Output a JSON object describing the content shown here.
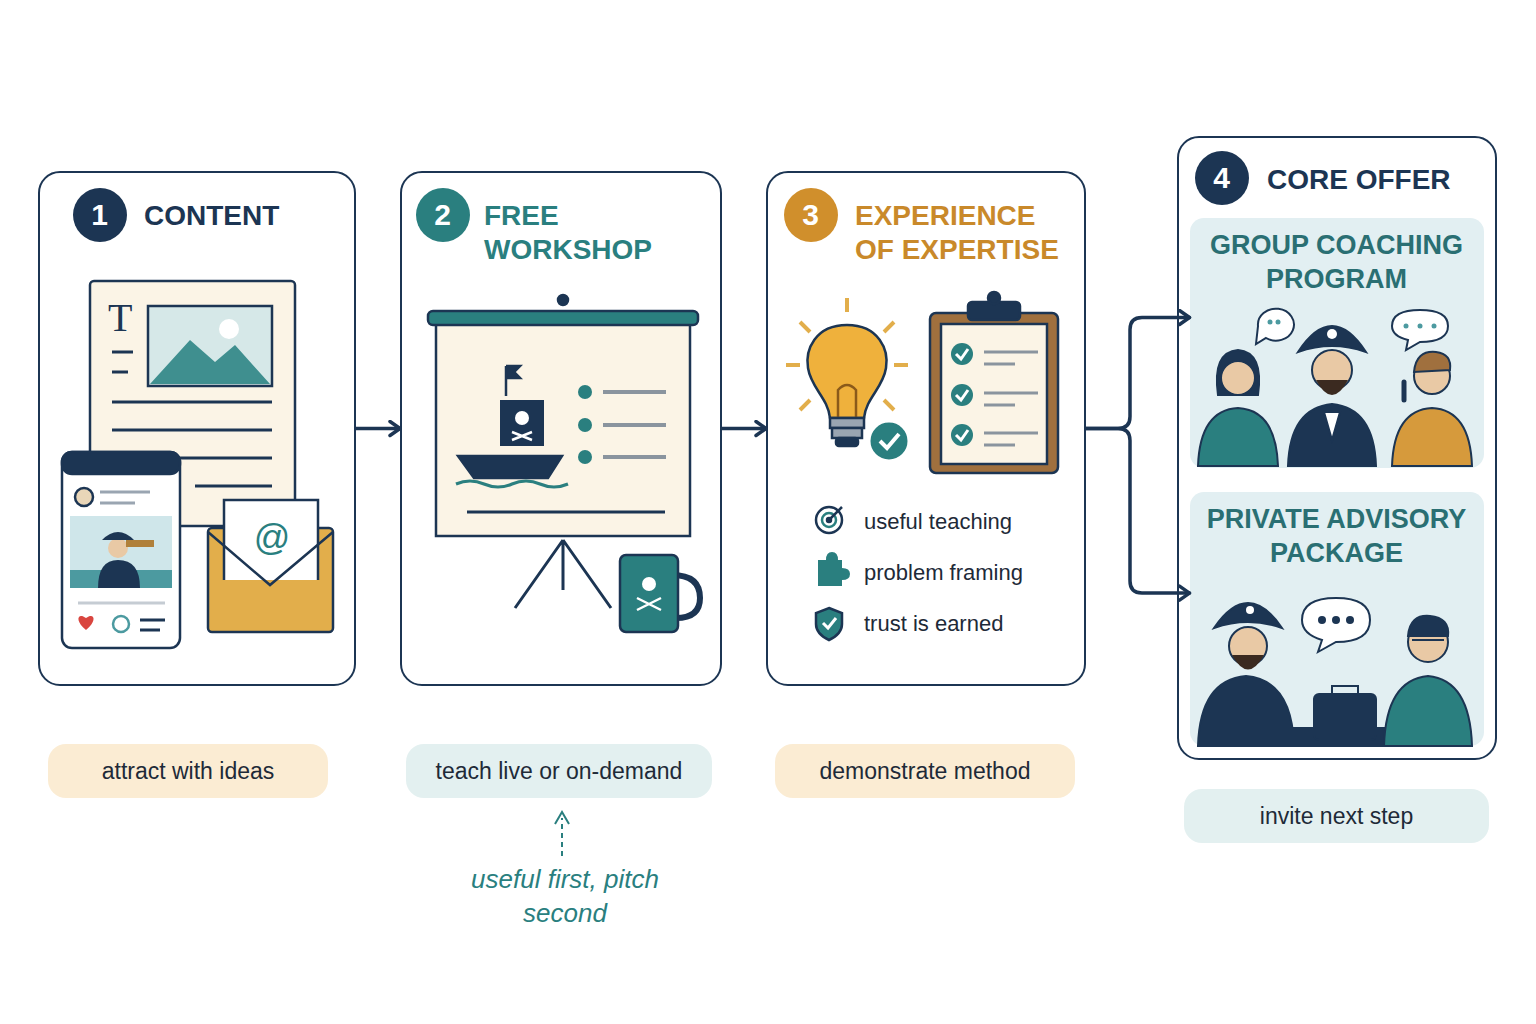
{
  "diagram": {
    "nodes": [
      {
        "text": [
          "CONTENT"
        ]
      },
      {
        "text": [
          "1"
        ],
        "in": 0
      },
      {
        "text": [
          "FREE WORKSHOP"
        ]
      },
      {
        "text": [
          "2"
        ],
        "in": 2
      },
      {
        "text": [
          "EXPERIENCE OF EXPERTISE",
          "useful teaching",
          "problem framing",
          "trust is earned"
        ]
      },
      {
        "text": [
          "3"
        ],
        "in": 4
      },
      {
        "text": [
          "CORE OFFER"
        ]
      },
      {
        "text": [
          "4"
        ],
        "in": 6
      },
      {
        "text": [
          "GROUP COACHING PROGRAM"
        ],
        "in": 6
      },
      {
        "text": [
          "PRIVATE ADVISORY PACKAGE"
        ],
        "in": 6
      },
      {
        "text": [
          "attract with ideas"
        ]
      },
      {
        "text": [
          "teach live or on-demand"
        ]
      },
      {
        "text": [
          "demonstrate method"
        ]
      },
      {
        "text": [
          "invite next step"
        ]
      }
    ],
    "edges": [
      {
        "from": 0,
        "to": 2,
        "arrow": "to"
      },
      {
        "from": 2,
        "to": 4,
        "arrow": "to"
      },
      {
        "from": 4,
        "to": 8,
        "arrow": "to"
      },
      {
        "from": 4,
        "to": 9,
        "arrow": "to"
      }
    ],
    "labels": [
      "T",
      "@",
      "useful first, pitch second"
    ]
  }
}
